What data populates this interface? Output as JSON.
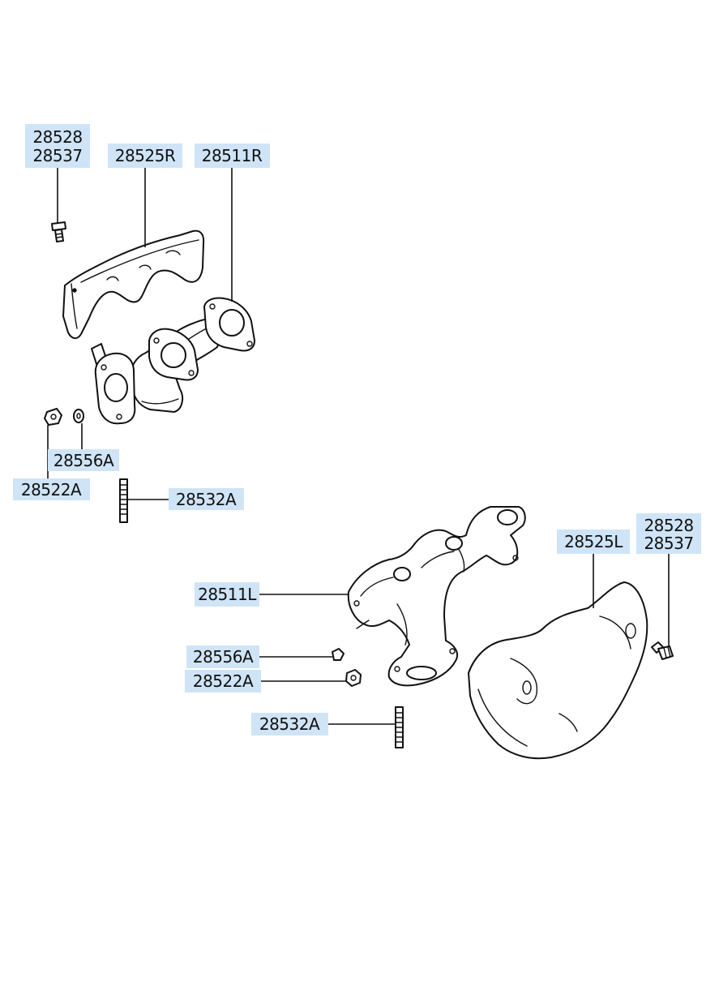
{
  "labels": {
    "r_bolt_1": "28528",
    "r_bolt_2": "28537",
    "r_heat_protector": "28525R",
    "r_manifold": "28511R",
    "r_washer": "28556A",
    "r_nut": "28522A",
    "r_stud": "28532A",
    "l_manifold": "28511L",
    "l_washer": "28556A",
    "l_nut": "28522A",
    "l_stud": "28532A",
    "l_heat_protector": "28525L",
    "l_bolt_1": "28528",
    "l_bolt_2": "28537"
  }
}
